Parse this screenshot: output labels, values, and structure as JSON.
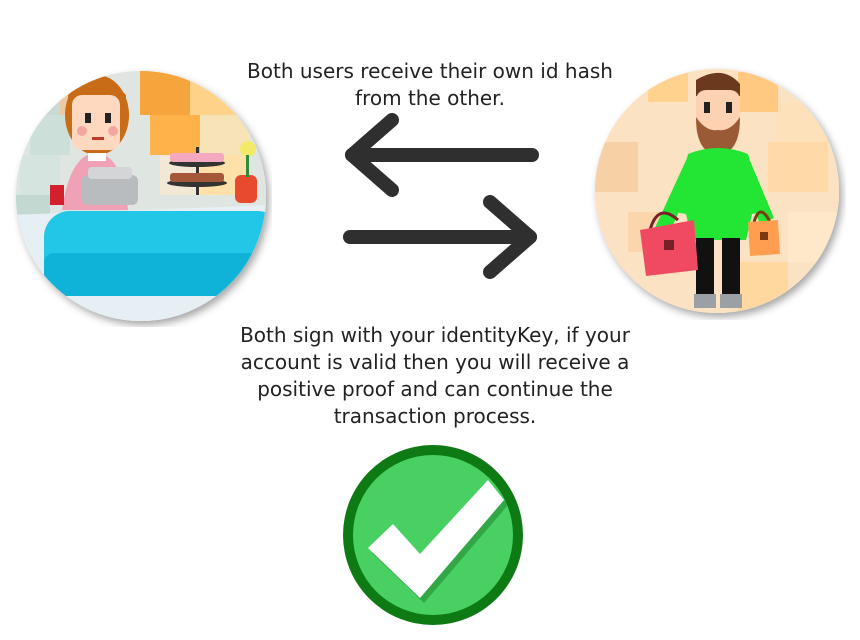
{
  "captions": {
    "top": "Both users receive their own id hash from the other.",
    "bottom": "Both sign with your identityKey, if your account is valid then you will receive a positive proof and can continue the transaction process."
  },
  "illustrations": {
    "left": "shop-merchant",
    "right": "shopper-with-bags"
  },
  "icons": {
    "exchange": "exchange-arrows-icon",
    "result": "checkmark-icon"
  },
  "colors": {
    "arrow": "#2f2f2f",
    "check_ring": "#0e7a14",
    "check_fill": "#3fcf5a",
    "counter": "#22c6e6",
    "shopper_shirt": "#22e633"
  }
}
